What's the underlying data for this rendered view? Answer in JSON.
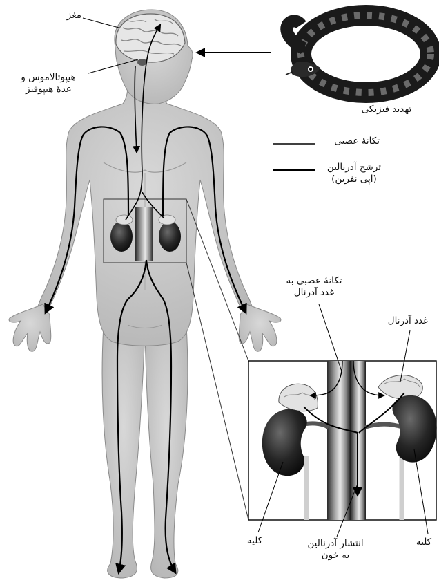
{
  "labels": {
    "brain": "مغز",
    "hypothalamus_line1": "هیپوتالاموس و",
    "hypothalamus_line2": "غدۀ هیپوفیز",
    "physical_threat": "تهدید فیزیکی",
    "adrenal_nerve_line1": "تکانۀ عصبی به",
    "adrenal_nerve_line2": "غدد آدرنال",
    "adrenal_gland": "غدد آدرنال",
    "kidney_left": "کلیه",
    "kidney_right": "کلیه",
    "adrenaline_release_line1": "انتشار آدرنالین",
    "adrenaline_release_line2": "به خون"
  },
  "legend": {
    "nerve_impulse": "تکانۀ عصبی",
    "adrenaline_secretion_line1": "ترشح آدرنالین",
    "adrenaline_secretion_line2": "(اپی نفرین)"
  },
  "icons": {
    "snake": "snake-icon",
    "human_body": "human-body-figure",
    "kidney": "kidney-icon",
    "adrenal_gland": "adrenal-gland-icon"
  },
  "colors": {
    "body_fill": "#c9c9c9",
    "body_shade": "#a9a9a9",
    "line": "#000000",
    "kidney": "#2a2a2a",
    "adrenal": "#e0e0e0"
  }
}
